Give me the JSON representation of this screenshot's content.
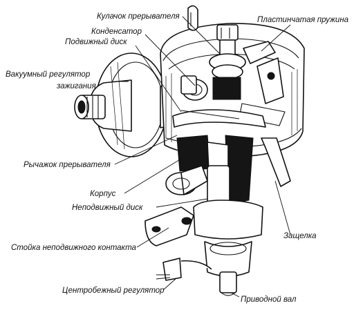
{
  "labels": {
    "breaker_cam": "Кулачок прерывателя",
    "leaf_spring": "Пластинчатая пружина",
    "capacitor": "Конденсатор",
    "moving_disc": "Подвижный диск",
    "vacuum_regulator_1": "Вакуумный регулятор",
    "vacuum_regulator_2": "зажигания",
    "breaker_lever": "Рычажок прерывателя",
    "housing": "Корпус",
    "fixed_disc": "Неподвижный диск",
    "latch": "Защелка",
    "fixed_contact_post": "Стойка неподвижного контакта",
    "centrifugal_regulator": "Центробежный регулятор",
    "drive_shaft": "Приводной вал"
  }
}
